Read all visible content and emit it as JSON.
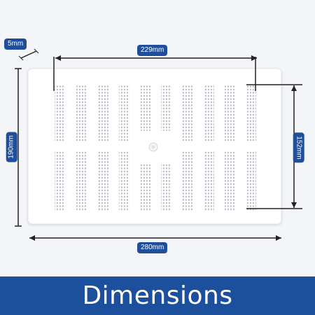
{
  "dimensions": {
    "depth": "5mm",
    "hole_spacing": "229mm",
    "height": "190mm",
    "hole_height": "152mm",
    "width": "280mm"
  },
  "banner": {
    "title": "Dimensions"
  },
  "colors": {
    "label_bg": "#1f4e9c",
    "banner_bg": "#1c4f9c",
    "vent": "#ffffff",
    "slot_dot": "#b8bcc4"
  }
}
